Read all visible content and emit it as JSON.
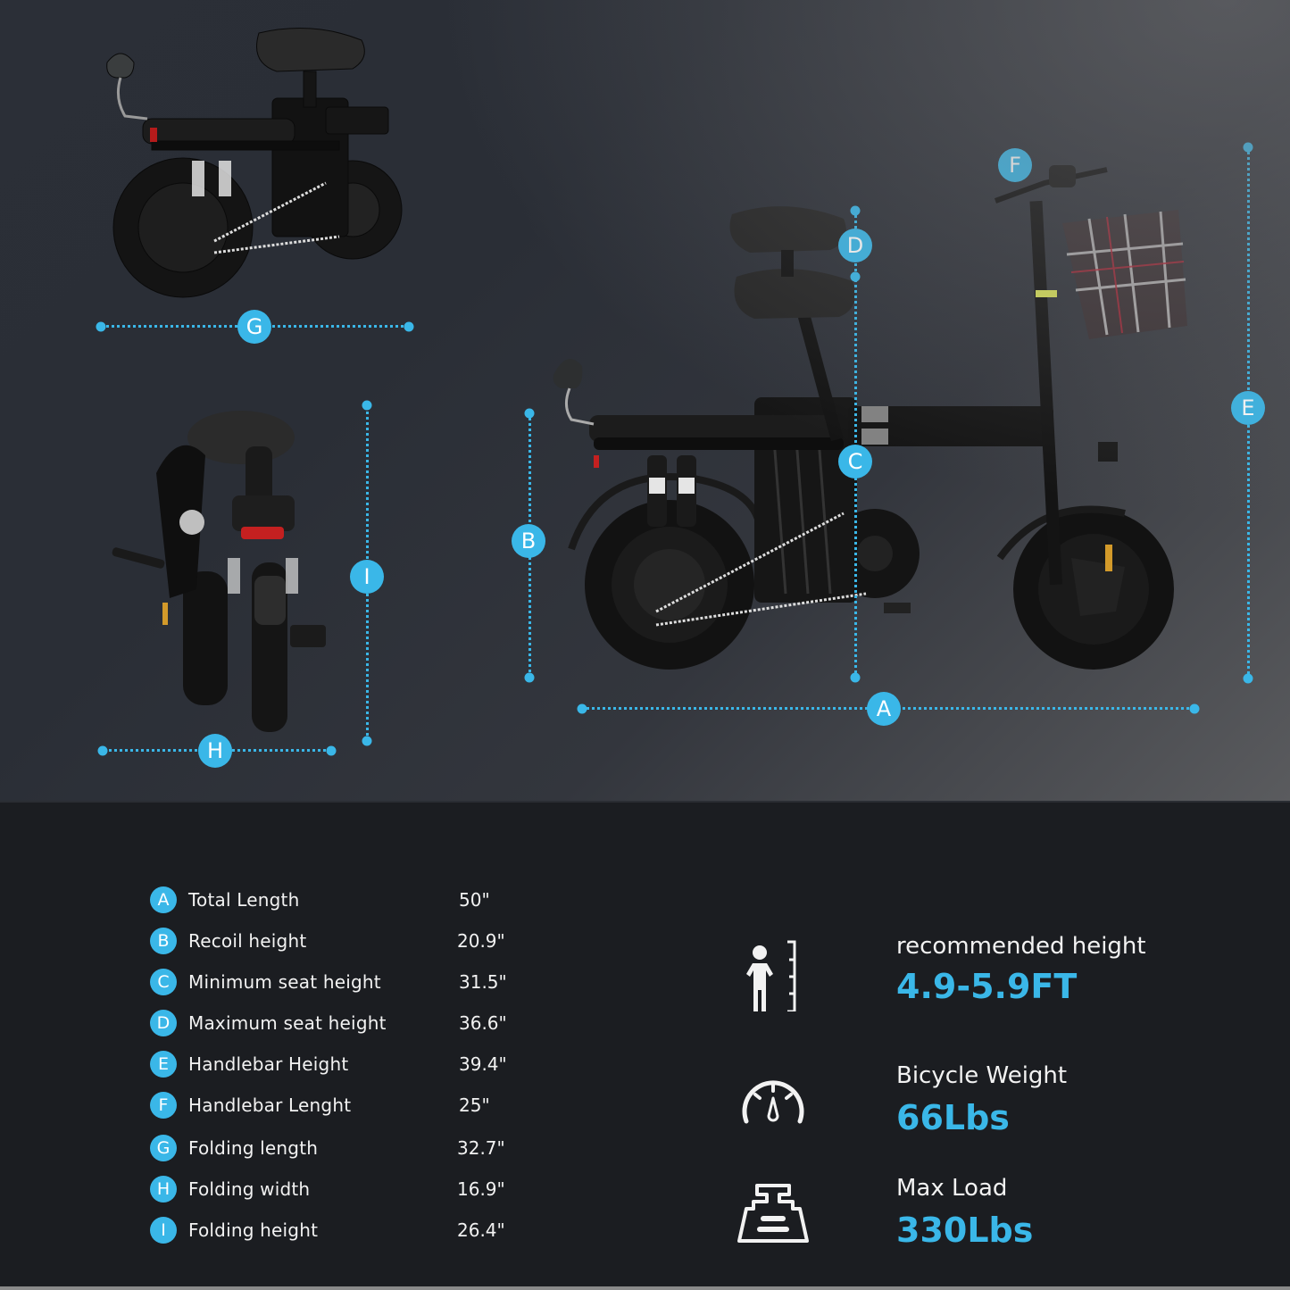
{
  "accent_color": "#3ab7e8",
  "diagram": {
    "markers": [
      "A",
      "B",
      "C",
      "D",
      "E",
      "F",
      "G",
      "H",
      "I"
    ],
    "views": [
      {
        "name": "folded-side-view",
        "markers": [
          "G"
        ]
      },
      {
        "name": "folded-rear-view",
        "markers": [
          "H",
          "I"
        ]
      },
      {
        "name": "unfolded-side-view",
        "markers": [
          "A",
          "B",
          "C",
          "D",
          "E",
          "F"
        ]
      }
    ]
  },
  "specs": [
    {
      "letter": "A",
      "label": "Total Length",
      "value": "50\""
    },
    {
      "letter": "B",
      "label": "Recoil height",
      "value": "20.9\""
    },
    {
      "letter": "C",
      "label": "Minimum seat height",
      "value": "31.5\""
    },
    {
      "letter": "D",
      "label": "Maximum seat height",
      "value": "36.6\""
    },
    {
      "letter": "E",
      "label": "Handlebar Height",
      "value": "39.4\""
    },
    {
      "letter": "F",
      "label": "Handlebar Lenght",
      "value": "25\""
    },
    {
      "letter": "G",
      "label": "Folding length",
      "value": "32.7\""
    },
    {
      "letter": "H",
      "label": "Folding width",
      "value": "16.9\""
    },
    {
      "letter": "I",
      "label": "Folding height",
      "value": "26.4\""
    }
  ],
  "highlights": [
    {
      "icon": "person-height-icon",
      "title": "recommended height",
      "value": "4.9-5.9FT"
    },
    {
      "icon": "gauge-icon",
      "title": "Bicycle Weight",
      "value": "66Lbs"
    },
    {
      "icon": "weight-scale-icon",
      "title": "Max Load",
      "value": "330Lbs"
    }
  ]
}
